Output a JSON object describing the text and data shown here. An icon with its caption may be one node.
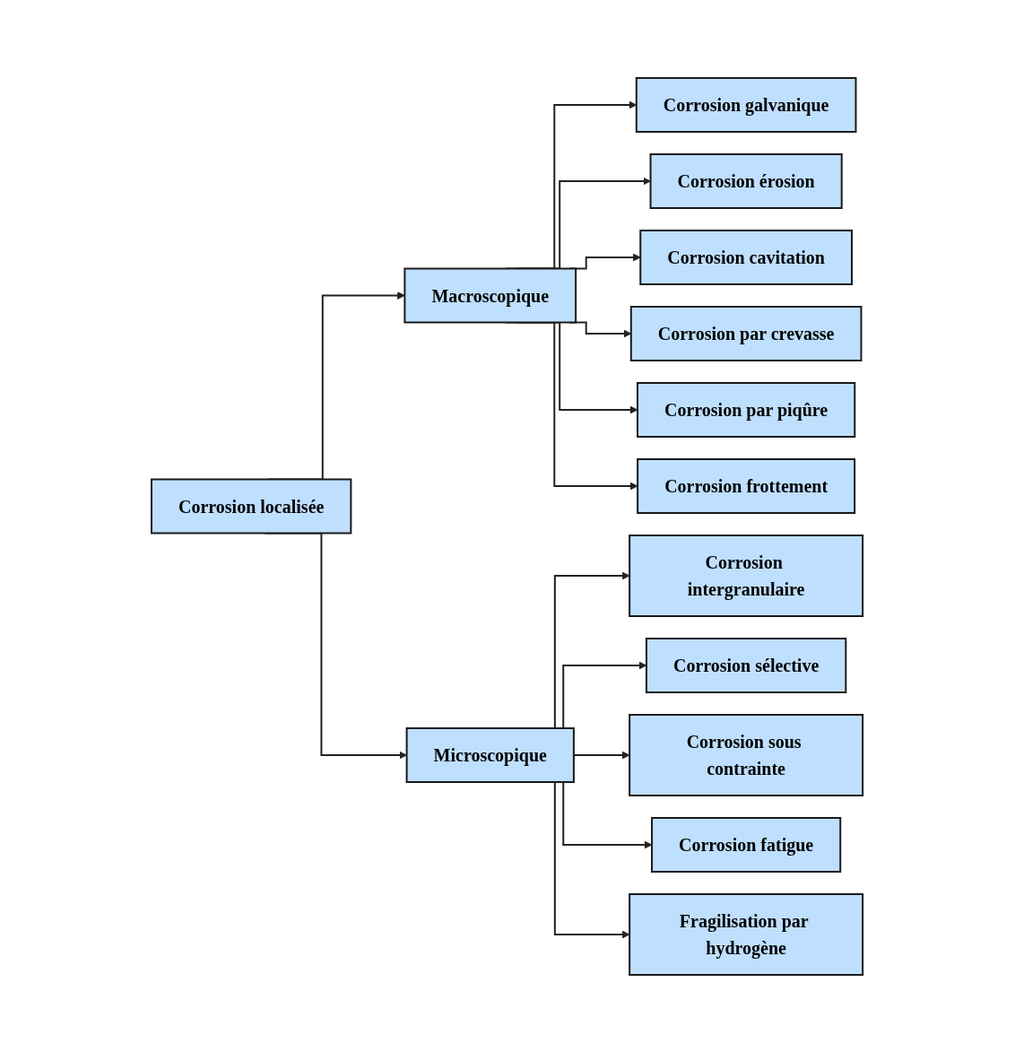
{
  "diagram": {
    "nodes": [
      {
        "text": [
          "Corrosion localisée"
        ]
      },
      {
        "text": [
          "Macroscopique"
        ]
      },
      {
        "text": [
          "Microscopique"
        ]
      },
      {
        "text": [
          "Corrosion galvanique"
        ]
      },
      {
        "text": [
          "Corrosion érosion"
        ]
      },
      {
        "text": [
          "Corrosion cavitation"
        ]
      },
      {
        "text": [
          "Corrosion par crevasse"
        ]
      },
      {
        "text": [
          "Corrosion par piqûre"
        ]
      },
      {
        "text": [
          "Corrosion frottement"
        ]
      },
      {
        "text": [
          "Corrosion intergranulaire"
        ]
      },
      {
        "text": [
          "Corrosion sélective"
        ]
      },
      {
        "text": [
          "Corrosion sous contrainte"
        ]
      },
      {
        "text": [
          "Corrosion fatigue"
        ]
      },
      {
        "text": [
          "Fragilisation par hydrogène"
        ]
      }
    ],
    "edges": [
      {
        "from": 0,
        "to": 1,
        "arrow": "to"
      },
      {
        "from": 0,
        "to": 2,
        "arrow": "to"
      },
      {
        "from": 1,
        "to": 3,
        "arrow": "to"
      },
      {
        "from": 1,
        "to": 4,
        "arrow": "to"
      },
      {
        "from": 1,
        "to": 5,
        "arrow": "to"
      },
      {
        "from": 1,
        "to": 6,
        "arrow": "to"
      },
      {
        "from": 1,
        "to": 7,
        "arrow": "to"
      },
      {
        "from": 1,
        "to": 8,
        "arrow": "to"
      },
      {
        "from": 2,
        "to": 9,
        "arrow": "to"
      },
      {
        "from": 2,
        "to": 10,
        "arrow": "to"
      },
      {
        "from": 2,
        "to": 11,
        "arrow": "to"
      },
      {
        "from": 2,
        "to": 12,
        "arrow": "to"
      },
      {
        "from": 2,
        "to": 13,
        "arrow": "to"
      }
    ]
  }
}
